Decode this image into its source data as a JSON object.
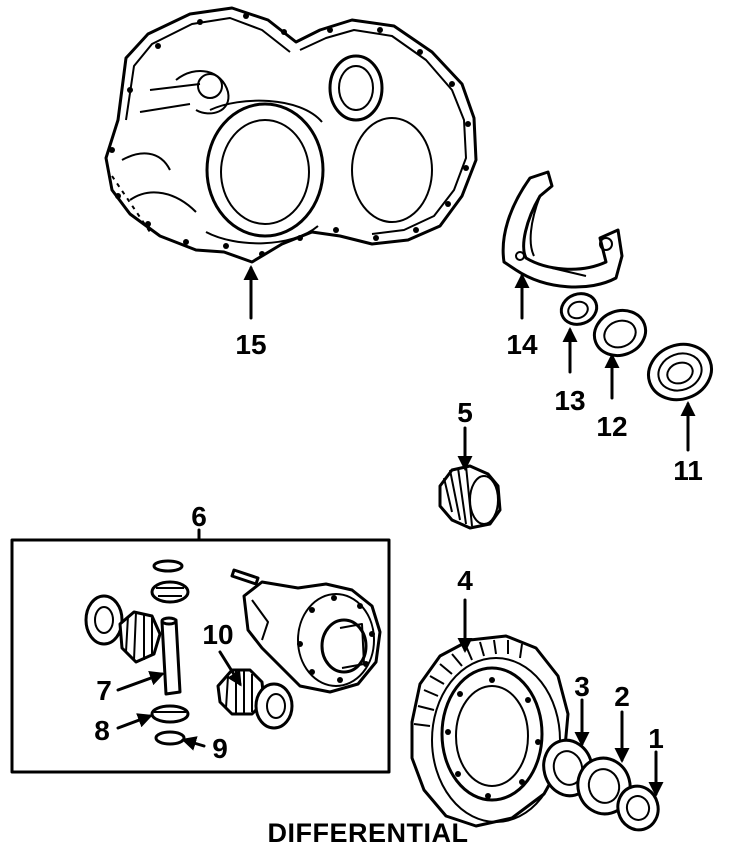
{
  "caption": "DIFFERENTIAL",
  "callouts": [
    {
      "id": "c1",
      "text": "1"
    },
    {
      "id": "c2",
      "text": "2"
    },
    {
      "id": "c3",
      "text": "3"
    },
    {
      "id": "c4",
      "text": "4"
    },
    {
      "id": "c5",
      "text": "5"
    },
    {
      "id": "c6",
      "text": "6"
    },
    {
      "id": "c7",
      "text": "7"
    },
    {
      "id": "c8",
      "text": "8"
    },
    {
      "id": "c9",
      "text": "9"
    },
    {
      "id": "c10",
      "text": "10"
    },
    {
      "id": "c11",
      "text": "11"
    },
    {
      "id": "c12",
      "text": "12"
    },
    {
      "id": "c13",
      "text": "13"
    },
    {
      "id": "c14",
      "text": "14"
    },
    {
      "id": "c15",
      "text": "15"
    }
  ]
}
